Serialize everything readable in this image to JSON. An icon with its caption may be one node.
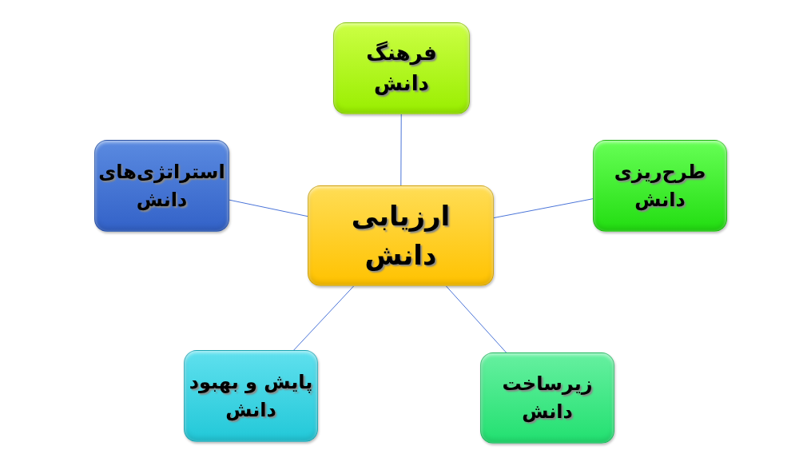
{
  "diagram": {
    "nodes": [
      {
        "text": [
          "فرهنگ دانش"
        ]
      },
      {
        "text": [
          "طرح‌ریزی دانش"
        ]
      },
      {
        "text": [
          "استراتژی‌های دانش"
        ]
      },
      {
        "text": [
          "ارزیابی دانش"
        ]
      },
      {
        "text": [
          "زیرساخت دانش"
        ]
      },
      {
        "text": [
          "پایش و بهبود دانش"
        ]
      }
    ],
    "edges": [
      {
        "from": 3,
        "to": 0,
        "arrow": "none"
      },
      {
        "from": 3,
        "to": 1,
        "arrow": "none"
      },
      {
        "from": 3,
        "to": 2,
        "arrow": "none"
      },
      {
        "from": 3,
        "to": 4,
        "arrow": "none"
      },
      {
        "from": 3,
        "to": 5,
        "arrow": "none"
      }
    ]
  }
}
